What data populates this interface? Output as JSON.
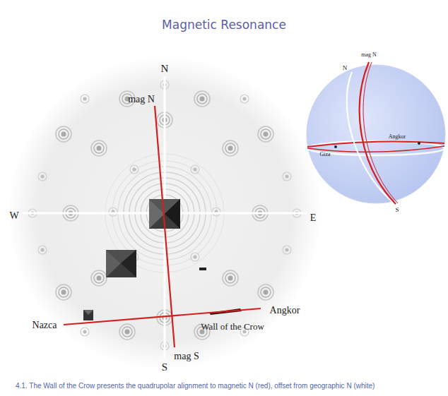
{
  "diagram": {
    "title": "Magnetic Resonance",
    "caption": "4.1. The Wall of the Crow presents the quadrupolar alignment to magnetic N (red), offset from geographic N (white)",
    "labels": [
      "N",
      "mag N",
      "W",
      "E",
      "Nazca",
      "Angkor",
      "Wall of the Crow",
      "mag S",
      "S",
      "mag N",
      "N",
      "Angkor",
      "Giza",
      "S"
    ]
  }
}
